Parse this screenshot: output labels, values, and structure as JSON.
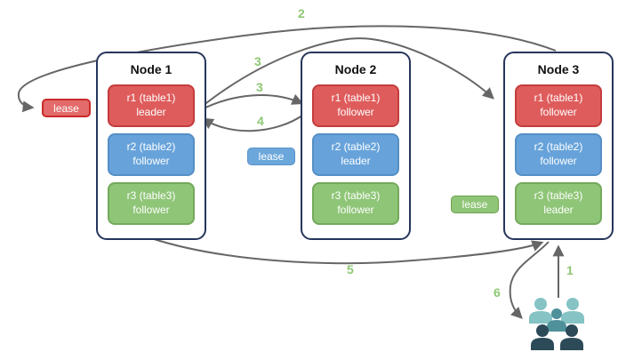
{
  "nodes": [
    {
      "title": "Node 1",
      "ranges": [
        {
          "name": "r1 (table1)",
          "role": "leader",
          "color": "red"
        },
        {
          "name": "r2 (table2)",
          "role": "follower",
          "color": "blue"
        },
        {
          "name": "r3 (table3)",
          "role": "follower",
          "color": "green"
        }
      ]
    },
    {
      "title": "Node 2",
      "ranges": [
        {
          "name": "r1 (table1)",
          "role": "follower",
          "color": "red"
        },
        {
          "name": "r2 (table2)",
          "role": "leader",
          "color": "blue"
        },
        {
          "name": "r3 (table3)",
          "role": "follower",
          "color": "green"
        }
      ]
    },
    {
      "title": "Node 3",
      "ranges": [
        {
          "name": "r1 (table1)",
          "role": "follower",
          "color": "red"
        },
        {
          "name": "r2 (table2)",
          "role": "follower",
          "color": "blue"
        },
        {
          "name": "r3 (table3)",
          "role": "leader",
          "color": "green"
        }
      ]
    }
  ],
  "leases": [
    {
      "label": "lease",
      "color": "red"
    },
    {
      "label": "lease",
      "color": "blue"
    },
    {
      "label": "lease",
      "color": "green"
    }
  ],
  "steps": [
    {
      "label": "1"
    },
    {
      "label": "2"
    },
    {
      "label": "3"
    },
    {
      "label": "3"
    },
    {
      "label": "4"
    },
    {
      "label": "5"
    },
    {
      "label": "6"
    }
  ],
  "icons": {
    "clients": "users-icon"
  },
  "colors": {
    "range_red": "#DF5C5C",
    "range_red_border": "#C43C3C",
    "range_blue": "#67A3DA",
    "range_blue_border": "#558FC5",
    "range_green": "#8FC577",
    "range_green_border": "#74A95C",
    "lease_red": "#E36B6B",
    "lease_red_border": "#CB2A2A",
    "node_border": "#26355B",
    "arrow": "#666666",
    "step_label": "#8DC873",
    "users_light": "#85C3C5",
    "users_mid": "#4E919B",
    "users_dark": "#2C4A57"
  }
}
